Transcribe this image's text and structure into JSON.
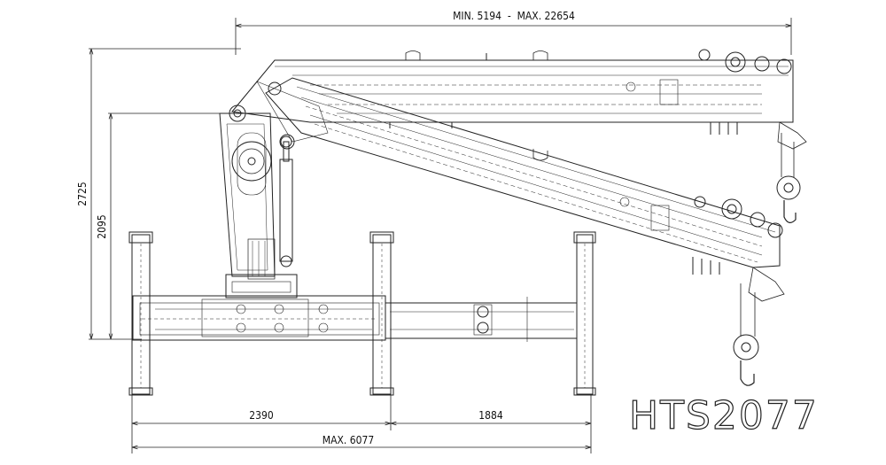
{
  "drawing": {
    "model": "HTS2077",
    "dimensions": {
      "top_reach": "MIN. 5194  -  MAX. 22654",
      "height_total": "2725",
      "height_pillar": "2095",
      "base_left": "2390",
      "base_right": "1884",
      "base_total": "MAX. 6077"
    }
  },
  "colors": {
    "line": "#222222",
    "background": "#ffffff"
  }
}
